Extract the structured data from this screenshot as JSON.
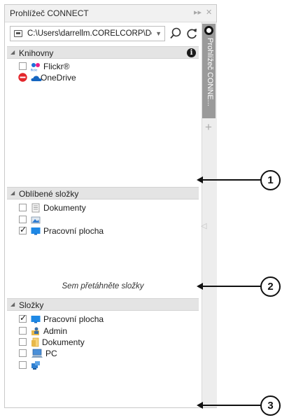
{
  "window": {
    "title": "Prohlížeč CONNECT"
  },
  "toolbar": {
    "path_value": "C:\\Users\\darrellm.COREL­CORP\\Doc"
  },
  "side_tab": {
    "label": "Prohlížeč CONNE..."
  },
  "sections": {
    "libraries": {
      "title": "Knihovny",
      "items": [
        {
          "label": "Flickr®",
          "icon": "flickr-icon"
        },
        {
          "label": "OneDrive",
          "icon": "onedrive-icon"
        }
      ]
    },
    "favorites": {
      "title": "Oblíbené složky",
      "items": [
        {
          "label": "Dokumenty",
          "checked": false,
          "icon": "documents-icon"
        },
        {
          "label": "",
          "checked": false,
          "icon": "image-folder-icon"
        },
        {
          "label": "Pracovní plocha",
          "checked": true,
          "icon": "desktop-icon"
        }
      ],
      "drop_hint": "Sem přetáhněte složky"
    },
    "folders": {
      "title": "Složky",
      "items": [
        {
          "label": "Pracovní plocha",
          "checked": true,
          "icon": "desktop-icon"
        },
        {
          "label": "Admin",
          "checked": false,
          "icon": "user-folder-icon"
        },
        {
          "label": "Dokumenty",
          "checked": false,
          "icon": "documents-folder-icon"
        },
        {
          "label": "PC",
          "checked": false,
          "icon": "computer-icon"
        },
        {
          "label": "",
          "checked": false,
          "icon": "network-icon"
        }
      ]
    }
  },
  "callouts": [
    "1",
    "2",
    "3"
  ],
  "colors": {
    "accent_blue": "#1e88e5",
    "header_bg": "#e4e4e4",
    "side_tab": "#9a9a9a"
  }
}
